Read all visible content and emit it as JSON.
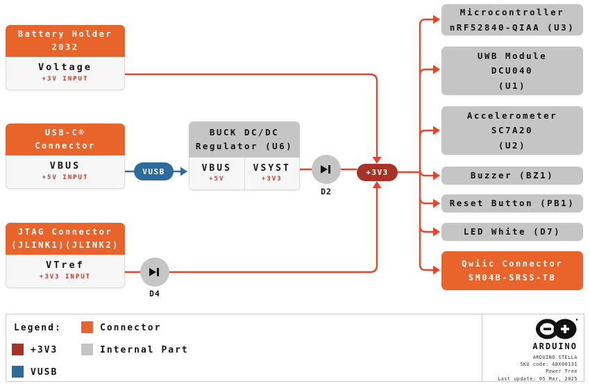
{
  "colors": {
    "connector_orange": "#E8642B",
    "net_3v3_red": "#A93226",
    "net_vusb_blue": "#2E6B9D",
    "internal_gray": "#C5C5C5",
    "wire_red": "#E8432D"
  },
  "sources": {
    "battery": {
      "title_line1": "Battery Holder",
      "title_line2": "2032",
      "signal": "Voltage",
      "note": "+3V INPUT"
    },
    "usbc": {
      "title_line1": "USB-C®",
      "title_line2": "Connector",
      "signal": "VBUS",
      "note": "+5V INPUT"
    },
    "jtag": {
      "title_line1": "JTAG Connector",
      "title_line2": "(JLINK1)(JLINK2)",
      "signal": "VTref",
      "note": "+3V3 INPUT"
    }
  },
  "regulator": {
    "title_line1": "BUCK DC/DC",
    "title_line2": "Regulator (U6)",
    "input_signal": "VBUS",
    "input_note": "+5V",
    "output_signal": "VSYST",
    "output_note": "+3V3"
  },
  "nets": {
    "vusb": "VUSB",
    "v3v3": "+3V3"
  },
  "diodes": {
    "d2": "D2",
    "d4": "D4"
  },
  "loads": [
    {
      "lines": [
        "Microcontroller",
        "nRF52840-QIAA (U3)"
      ]
    },
    {
      "lines": [
        "UWB Module",
        "DCU040",
        "(U1)"
      ]
    },
    {
      "lines": [
        "Accelerometer",
        "SC7A20",
        "(U2)"
      ]
    },
    {
      "lines": [
        "Buzzer (BZ1)"
      ]
    },
    {
      "lines": [
        "Reset Button (PB1)"
      ]
    },
    {
      "lines": [
        "LED White (D7)"
      ]
    },
    {
      "lines": [
        "Qwiic Connector",
        "SM04B-SRSS-TB"
      ]
    }
  ],
  "legend": {
    "title": "Legend:",
    "items": [
      {
        "label": "+3V3",
        "color": "#A93226"
      },
      {
        "label": "VUSB",
        "color": "#2E6B9D"
      },
      {
        "label": "Connector",
        "color": "#E8642B"
      },
      {
        "label": "Internal Part",
        "color": "#C5C5C5"
      }
    ]
  },
  "footer": {
    "brand": "ARDUINO",
    "product": "ARDUINO STELLA",
    "sku": "SKU code: ABX00131",
    "doc_type": "Power Tree",
    "last_update": "Last update: 05 Mar, 2025"
  }
}
